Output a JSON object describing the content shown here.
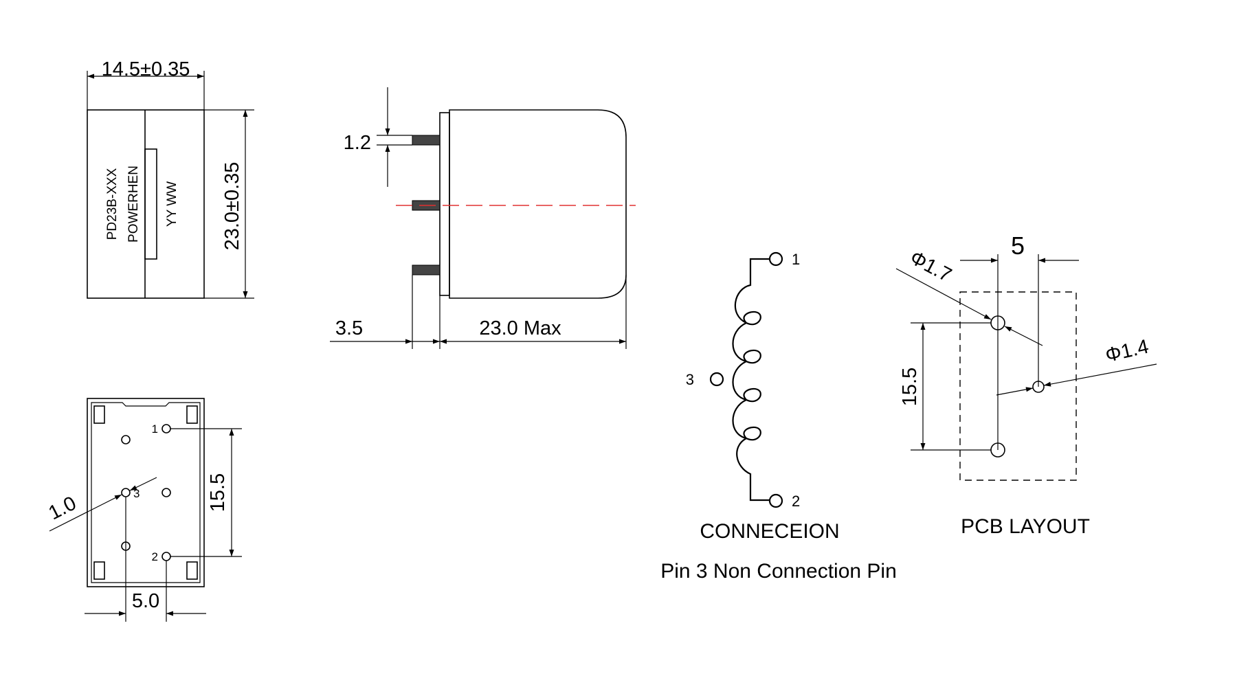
{
  "top_view": {
    "width_dim": "14.5±0.35",
    "height_dim": "23.0±0.35",
    "marking_line1": "PD23B-XXX",
    "marking_line2": "POWERHEN",
    "marking_line3": "YY WW"
  },
  "side_view": {
    "pin_width_dim": "1.2",
    "pin_length_dim": "3.5",
    "body_length_dim": "23.0 Max"
  },
  "bottom_view": {
    "pin_dia_dim": "1.0",
    "pin_pitch_dim": "15.5",
    "pin_offset_dim": "5.0",
    "pin1_label": "1",
    "pin2_label": "2",
    "pin3_label": "3"
  },
  "connection": {
    "pin1_label": "1",
    "pin2_label": "2",
    "pin3_label": "3",
    "title": "CONNECEION",
    "note": "Pin 3 Non Connection Pin"
  },
  "pcb_layout": {
    "spacing_dim": "5",
    "hole1_dim": "Φ1.7",
    "hole2_dim": "Φ1.4",
    "pitch_dim": "15.5",
    "title": "PCB LAYOUT"
  },
  "colors": {
    "centerline": "#e03030",
    "line": "#000000"
  }
}
